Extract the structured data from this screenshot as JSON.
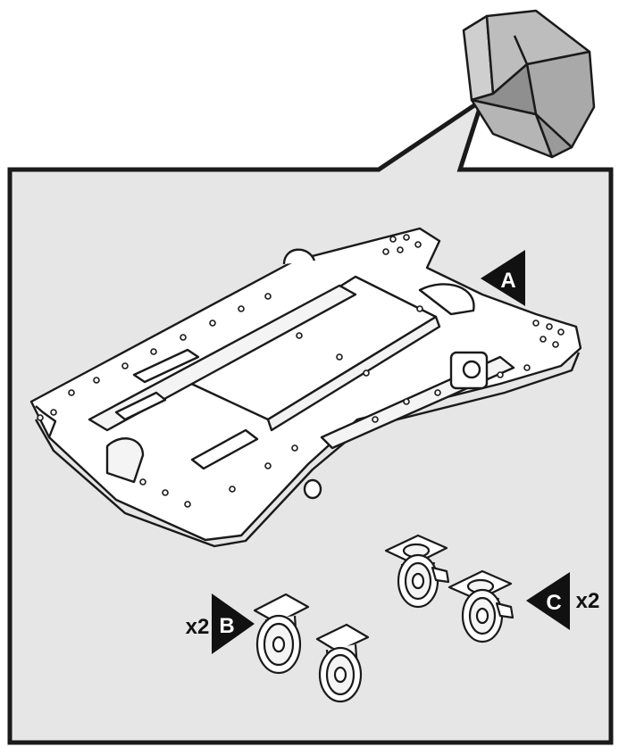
{
  "callouts": {
    "a": {
      "letter": "A"
    },
    "b": {
      "letter": "B",
      "quantity": "x2"
    },
    "c": {
      "letter": "C",
      "quantity": "x2"
    }
  },
  "colors": {
    "panel": "#e6e6e6",
    "outline": "#1a1a1a",
    "part_fill": "#ffffff",
    "box_fill": "#bdbdbd",
    "box_shade": "#9a9a9a",
    "marker": "#111111"
  },
  "icons": {
    "package": "open-box-icon",
    "base": "dolly-base-icon",
    "caster_fixed": "fixed-caster-icon",
    "caster_swivel": "swivel-caster-icon"
  }
}
